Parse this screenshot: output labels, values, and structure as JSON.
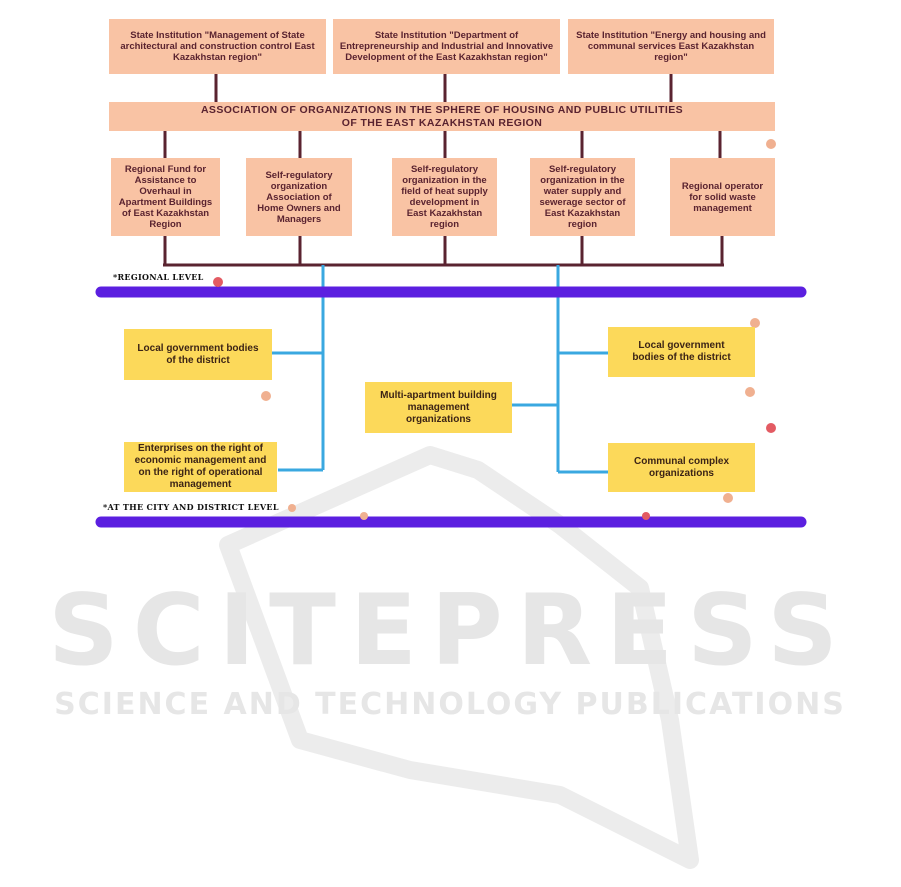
{
  "top_institutions": [
    "State Institution \"Management of State architectural and construction control East Kazakhstan region\"",
    "State Institution \"Department of Entrepreneurship and Industrial and Innovative Development of the East Kazakhstan region\"",
    "State Institution \"Energy and housing and communal services East Kazakhstan region\""
  ],
  "association": "ASSOCIATION OF ORGANIZATIONS IN THE SPHERE OF HOUSING AND PUBLIC UTILITIES OF THE EAST KAZAKHSTAN REGION",
  "members": [
    "Regional Fund for Assistance to Overhaul in Apartment Buildings of East Kazakhstan Region",
    "Self-regulatory organization Association of Home Owners and Managers",
    "Self-regulatory organization in the field of heat supply development in East Kazakhstan region",
    "Self-regulatory organization in the water supply and sewerage sector of East Kazakhstan region",
    "Regional operator for solid waste management"
  ],
  "levels": {
    "regional": "*REGIONAL LEVEL",
    "city_district": "*AT THE CITY AND DISTRICT LEVEL"
  },
  "local": {
    "left_top": "Local government bodies of the district",
    "left_bottom": "Enterprises on the right of economic management and on the right of operational management",
    "center": "Multi-apartment building management organizations",
    "right_top": "Local government bodies of the district",
    "right_bottom": "Communal complex organizations"
  },
  "watermark": {
    "title": "SCITEPRESS",
    "subtitle": "SCIENCE AND TECHNOLOGY PUBLICATIONS"
  },
  "colors": {
    "peach": "#f9c3a4",
    "yellow": "#fcd95a",
    "connector_dark": "#5a2330",
    "connector_blue": "#3aa8e0",
    "level_bar": "#5b1fe0",
    "dot_pink": "#f0b090",
    "dot_red": "#e35b63"
  }
}
